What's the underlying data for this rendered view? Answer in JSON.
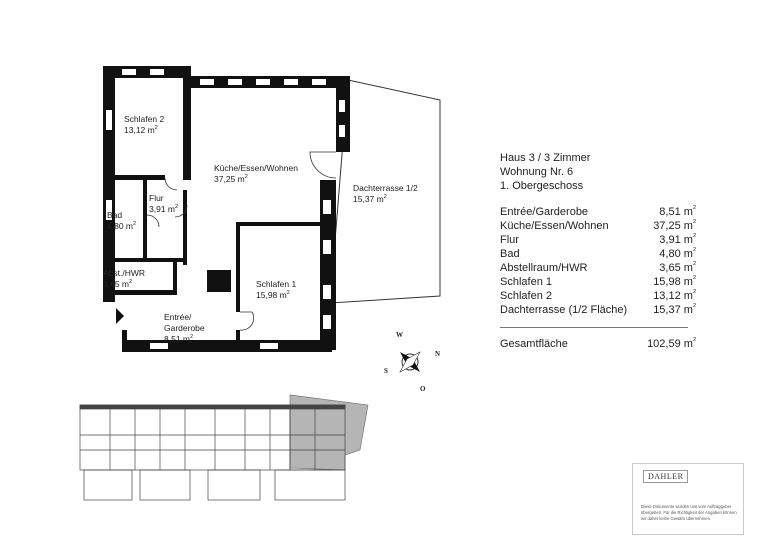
{
  "rooms": {
    "schlafen2": {
      "name": "Schlafen 2",
      "area": "13,12 m"
    },
    "kueche": {
      "name": "Küche/Essen/Wohnen",
      "area": "37,25 m"
    },
    "dachterrasse": {
      "name": "Dachterrasse 1/2",
      "area": "15,37 m"
    },
    "flur": {
      "name": "Flur",
      "area": "3,91 m"
    },
    "bad": {
      "name": "Bad",
      "area": "4,80 m"
    },
    "abst": {
      "name": "Abst./HWR",
      "area": "3,65 m"
    },
    "schlafen1": {
      "name": "Schlafen 1",
      "area": "15,98 m"
    },
    "entree": {
      "name1": "Entrée/",
      "name2": "Garderobe",
      "area": "8,51 m"
    }
  },
  "sq": "2",
  "info": {
    "title1": "Haus 3 / 3 Zimmer",
    "title2": "Wohnung Nr. 6",
    "title3": "1. Obergeschoss",
    "rows": [
      {
        "label": "Entrée/Garderobe",
        "value": "8,51 m"
      },
      {
        "label": "Küche/Essen/Wohnen",
        "value": "37,25 m"
      },
      {
        "label": "Flur",
        "value": "3,91 m"
      },
      {
        "label": "Bad",
        "value": "4,80 m"
      },
      {
        "label": "Abstellraum/HWR",
        "value": "3,65 m"
      },
      {
        "label": "Schlafen 1",
        "value": "15,98 m"
      },
      {
        "label": "Schlafen 2",
        "value": "13,12 m"
      },
      {
        "label": "Dachterrasse  (1/2 Fläche)",
        "value": "15,37 m"
      }
    ],
    "total_label": "Gesamtfläche",
    "total_value": "102,59 m"
  },
  "compass": {
    "w": "W",
    "n": "N",
    "s": "S",
    "o": "O"
  },
  "logo": {
    "text": "DAHLER",
    "disclaimer": "Diese Dokumente wurden uns vom Auftraggeber übergeben. Für die Richtigkeit der Angaben können wir daher keine Gewähr übernehmen."
  },
  "colors": {
    "wall": "#111111",
    "highlight": "#b5b5b5"
  }
}
